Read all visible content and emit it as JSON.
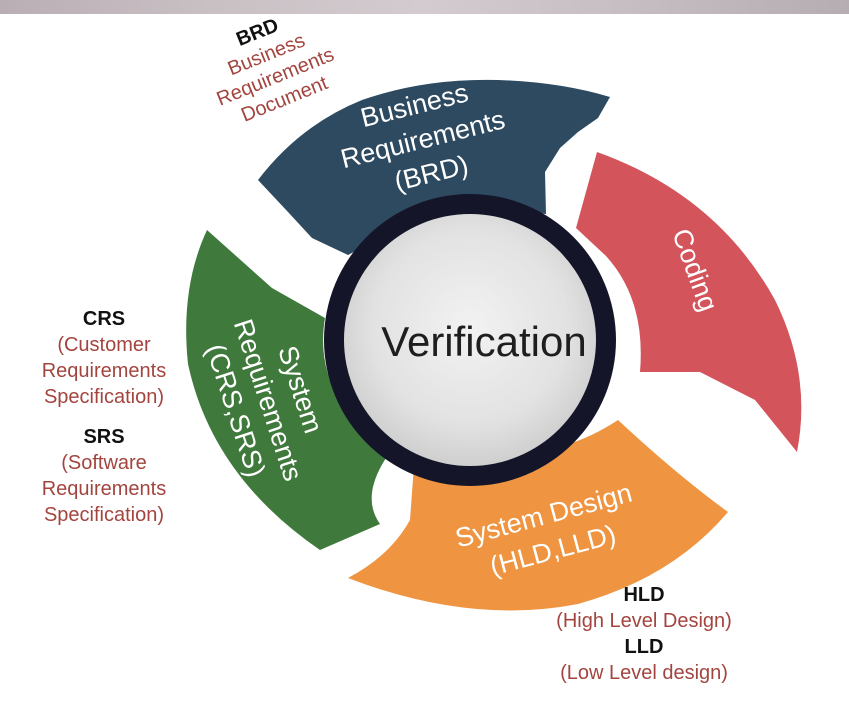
{
  "center": {
    "label": "Verification"
  },
  "segments": {
    "business": {
      "lines": [
        "Business",
        "Requirements",
        "(BRD)"
      ],
      "color": "#2e4a60"
    },
    "coding": {
      "lines": [
        "Coding"
      ],
      "color": "#d4545b"
    },
    "design": {
      "lines": [
        "System Design",
        "(HLD,LLD)"
      ],
      "color": "#ef9440"
    },
    "system": {
      "lines": [
        "System",
        "Requirements",
        "(CRS,SRS)"
      ],
      "color": "#3f7a3c"
    }
  },
  "annotations": {
    "brd": {
      "abbr": "BRD",
      "full": [
        "Business",
        "Requirements",
        "Document"
      ]
    },
    "crs": {
      "abbr": "CRS",
      "full": [
        "(Customer",
        "Requirements",
        "Specification)"
      ]
    },
    "srs": {
      "abbr": "SRS",
      "full": [
        "(Software",
        "Requirements",
        "Specification)"
      ]
    },
    "hld": {
      "abbr": "HLD",
      "full": [
        "(High Level Design)"
      ]
    },
    "lld": {
      "abbr": "LLD",
      "full": [
        "(Low Level design)"
      ]
    }
  },
  "colors": {
    "ring": "#15152a",
    "center_fill": "#e2e2e2",
    "annotation_red": "#a3453f"
  }
}
